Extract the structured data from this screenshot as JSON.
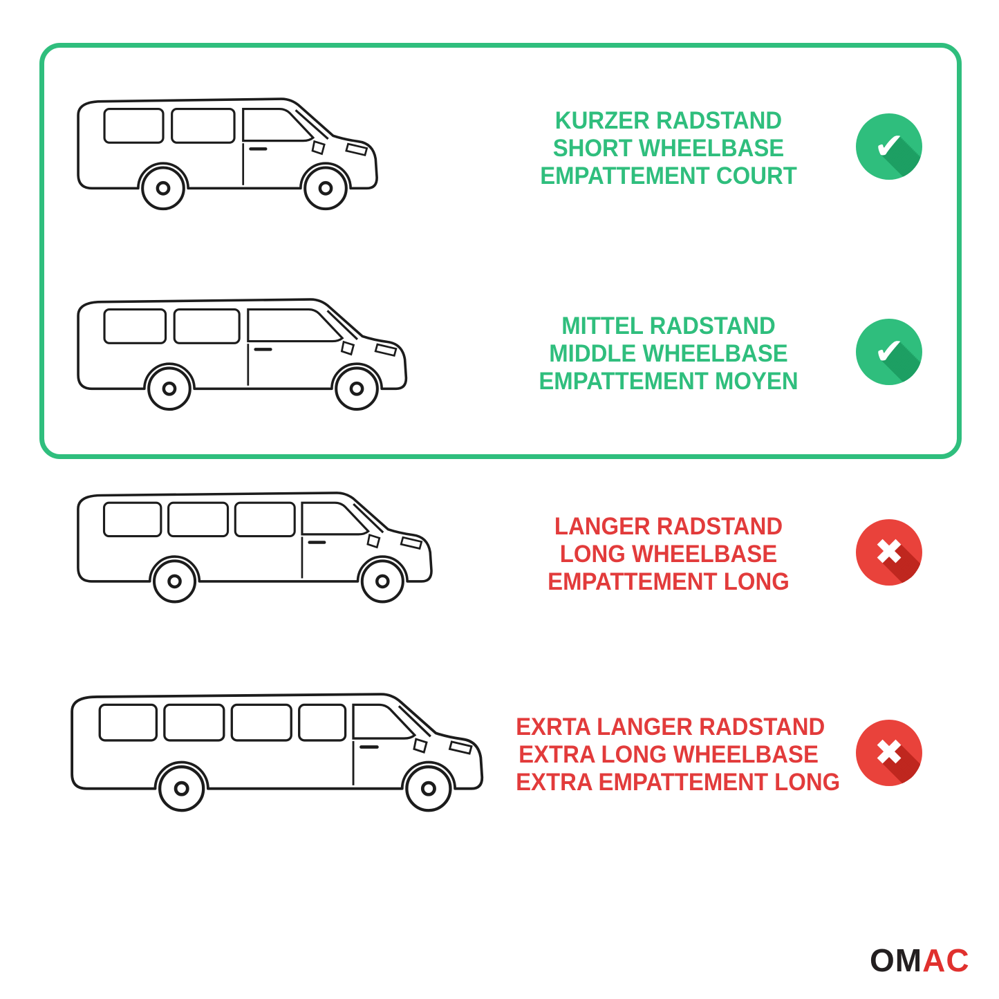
{
  "colors": {
    "green": "#2fbe7d",
    "green_shadow": "#1d9f63",
    "red": "#e9423b",
    "red_shadow": "#bf271f",
    "text_green": "#2fbe7d",
    "text_red": "#e23b3b",
    "line_art": "#1c1c1c",
    "box_border": "#2fbe7d",
    "logo_dark": "#231f20",
    "logo_red": "#e0312e"
  },
  "icons": {
    "check_glyph": "✔",
    "cross_glyph": "✖"
  },
  "rows": [
    {
      "id": "short-wheelbase",
      "compatible": true,
      "lines": [
        "KURZER RADSTAND",
        "SHORT WHEELBASE",
        "EMPATTEMENT COURT"
      ]
    },
    {
      "id": "middle-wheelbase",
      "compatible": true,
      "lines": [
        "MITTEL RADSTAND",
        "MIDDLE WHEELBASE",
        "EMPATTEMENT MOYEN"
      ]
    },
    {
      "id": "long-wheelbase",
      "compatible": false,
      "lines": [
        "LANGER RADSTAND",
        "LONG WHEELBASE",
        "EMPATTEMENT LONG"
      ]
    },
    {
      "id": "extra-long-wheelbase",
      "compatible": false,
      "lines": [
        "EXRTA LANGER RADSTAND",
        "EXTRA LONG WHEELBASE",
        "EXTRA EMPATTEMENT LONG"
      ]
    }
  ],
  "logo": {
    "prefix": "OM",
    "suffix": "AC"
  }
}
